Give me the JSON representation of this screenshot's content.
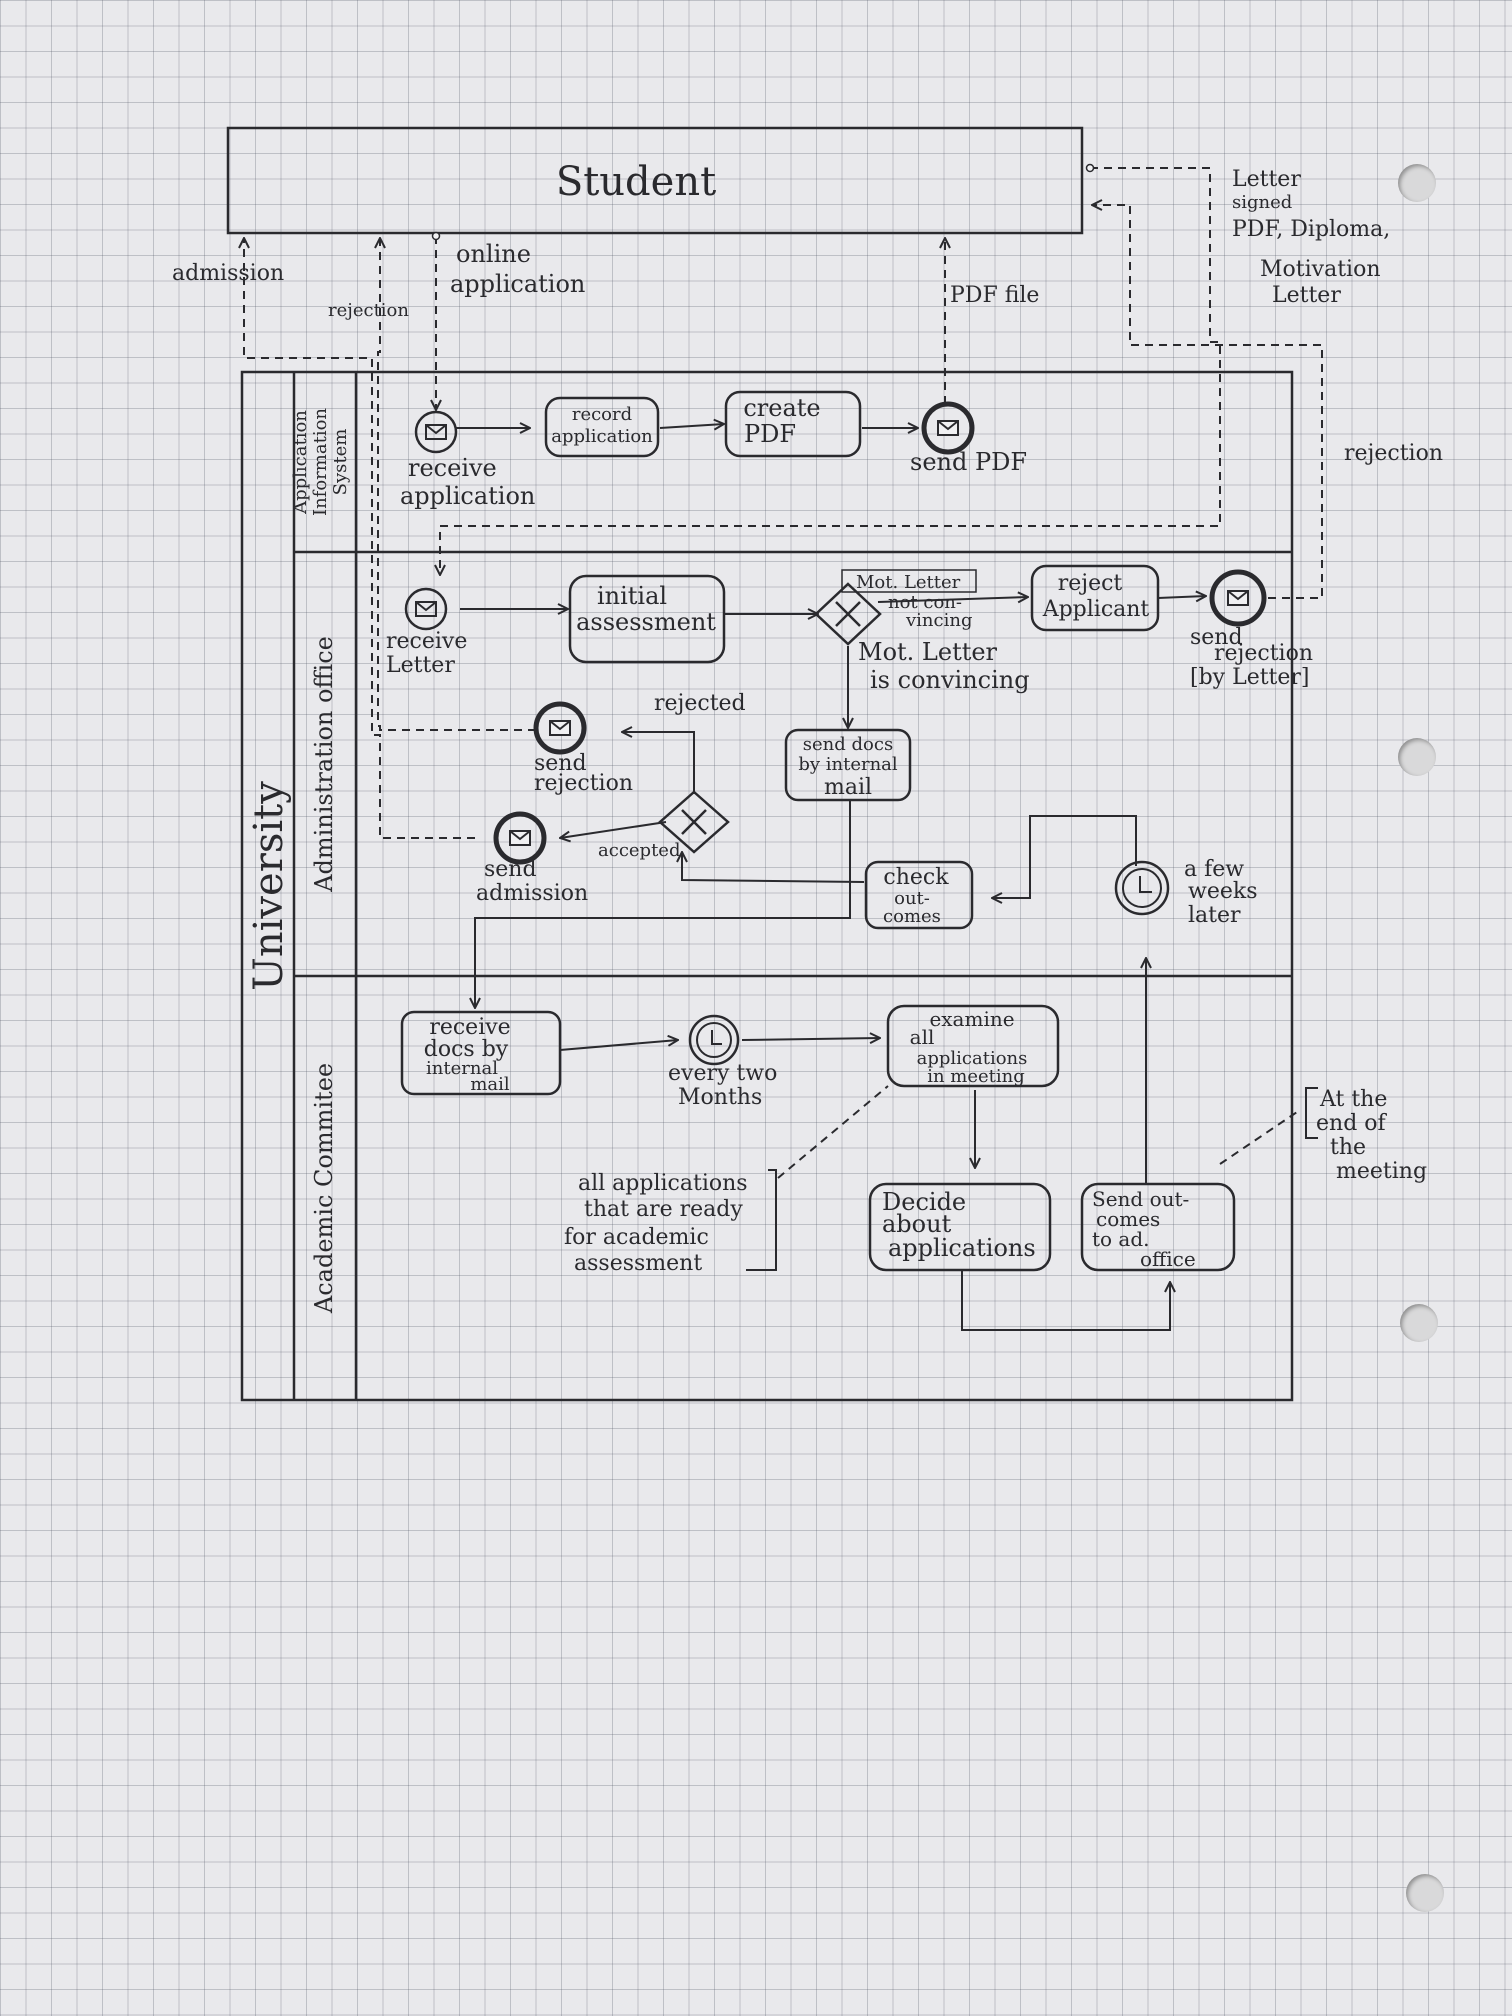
{
  "pools": {
    "student": "Student",
    "university": "University"
  },
  "lanes": {
    "ais": [
      "Application",
      "Information",
      "System"
    ],
    "admin": "Administration office",
    "academic": "Academic Commitee"
  },
  "flows": {
    "admission": "admission",
    "rejection_left": "rejection",
    "online_application": [
      "online",
      "application"
    ],
    "pdf_file": "PDF file",
    "letter": [
      "Letter",
      "signed",
      "PDF, Diploma,",
      "Motivation",
      "Letter"
    ],
    "rejection_right": "rejection"
  },
  "ais_lane": {
    "receive_application": [
      "receive",
      "application"
    ],
    "record_application": [
      "record",
      "application"
    ],
    "create_pdf": [
      "create",
      "PDF"
    ],
    "send_pdf": "send PDF"
  },
  "admin_lane": {
    "receive_letter": [
      "receive",
      "Letter"
    ],
    "initial_assessment": [
      "initial",
      "assessment"
    ],
    "not_convincing": [
      "Mot. Letter",
      "not con-",
      "vincing"
    ],
    "reject_applicant": [
      "reject",
      "Applicant"
    ],
    "send_rejection_letter": [
      "send",
      "rejection",
      "[by Letter]"
    ],
    "convincing": [
      "Mot. Letter",
      "is convincing"
    ],
    "send_docs": [
      "send docs",
      "by internal",
      "mail"
    ],
    "rejected": "rejected",
    "send_rejection": [
      "send",
      "rejection"
    ],
    "accepted": "accepted",
    "send_admission": [
      "send",
      "admission"
    ],
    "check_outcomes": [
      "check",
      "out-",
      "comes"
    ],
    "few_weeks": [
      "a few",
      "weeks",
      "later"
    ]
  },
  "academic_lane": {
    "receive_docs": [
      "receive",
      "docs by",
      "internal",
      "mail"
    ],
    "every_two_months": [
      "every two",
      "Months"
    ],
    "examine": [
      "examine",
      "all",
      "applications",
      "in meeting"
    ],
    "decide": [
      "Decide",
      "about",
      "applications"
    ],
    "send_outcomes": [
      "Send out-",
      "comes",
      "to ad.",
      "office"
    ],
    "note_all_apps": [
      "all applications",
      "that are ready",
      "for academic",
      "assessment"
    ],
    "note_end_meeting": [
      "At the",
      "end of",
      "the",
      "meeting"
    ]
  }
}
